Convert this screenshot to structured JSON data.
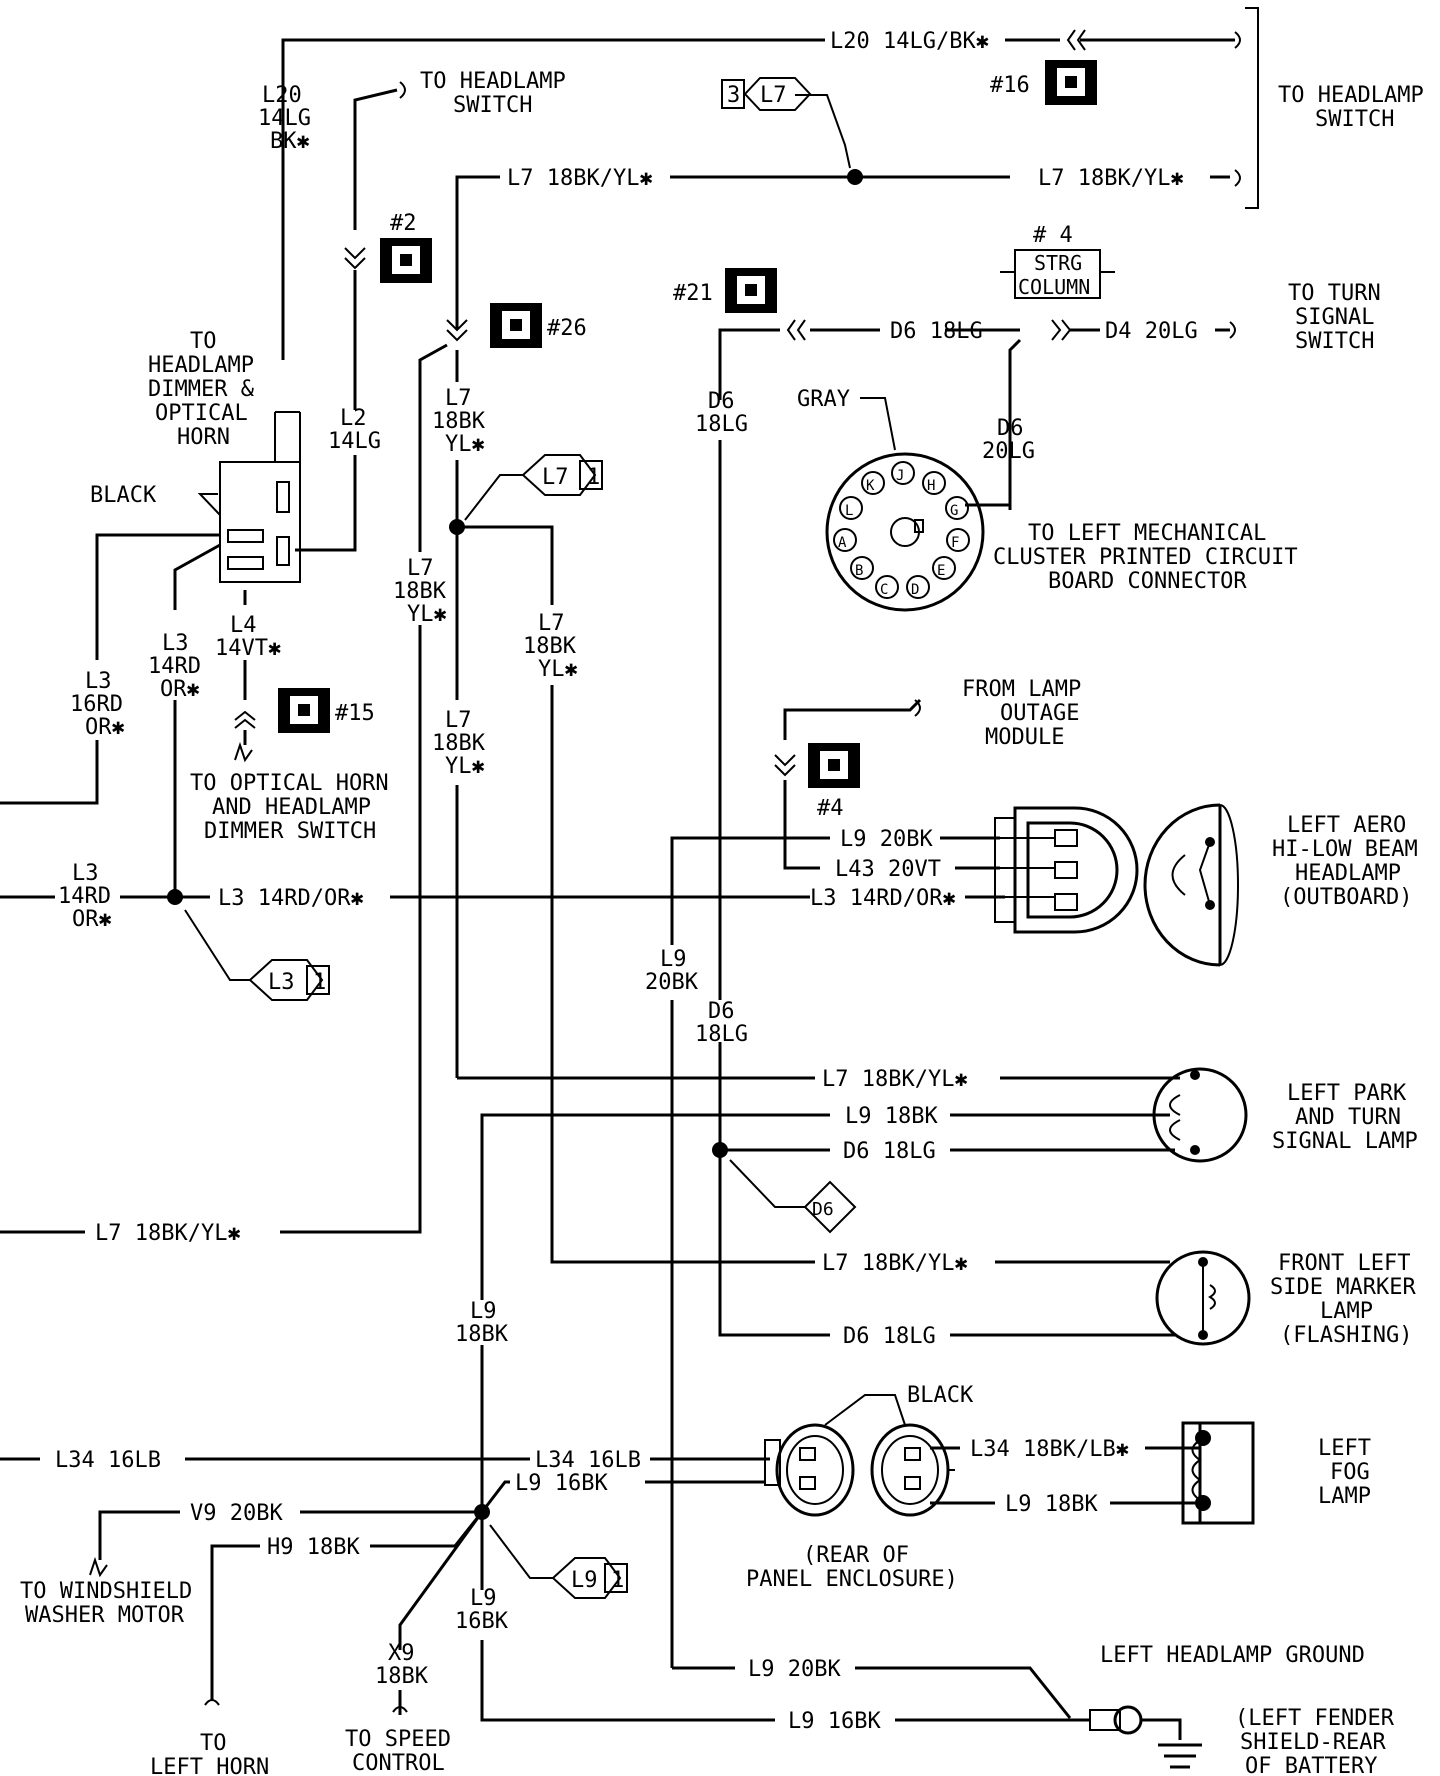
{
  "wires": {
    "top_l20": "L20 14LG/BK✱",
    "l20_v": [
      "L20",
      "14LG",
      "BK✱"
    ],
    "l7_top_left": "L7 18BK/YL✱",
    "l7_top_right": "L7 18BK/YL✱",
    "l2": [
      "L2",
      "14LG"
    ],
    "l7_mid": [
      "L7",
      "18BK",
      "YL✱"
    ],
    "l7_left_v": [
      "L7",
      "18BK",
      "YL✱"
    ],
    "l7_right_v": [
      "L7",
      "18BK",
      "YL✱"
    ],
    "l7_low_v": [
      "L7",
      "18BK",
      "YL✱"
    ],
    "l4": [
      "L4",
      "14VT✱"
    ],
    "l3_mid": [
      "L3",
      "14RD",
      "OR✱"
    ],
    "l3_far": [
      "L3",
      "16RD",
      "OR✱"
    ],
    "l3_left": [
      "L3",
      "14RD",
      "OR✱"
    ],
    "l3_h1": "L3 14RD/OR✱",
    "l3_h2": "L3 14RD/OR✱",
    "d6_v1": [
      "D6",
      "18LG"
    ],
    "d6_h": "D6 18LG",
    "d4": "D4 20LG",
    "d6_20": [
      "D6",
      "20LG"
    ],
    "l9_20_h": "L9 20BK",
    "l43": "L43 20VT",
    "l9_20_v": [
      "L9",
      "20BK"
    ],
    "d6_v2": [
      "D6",
      "18LG"
    ],
    "l7_park": "L7 18BK/YL✱",
    "l9_park": "L9 18BK",
    "d6_park": "D6 18LG",
    "l7_bottom_left": "L7 18BK/YL✱",
    "l7_marker": "L7 18BK/YL✱",
    "d6_marker": "D6 18LG",
    "l9_18_v": [
      "L9",
      "18BK"
    ],
    "l34_left": "L34 16LB",
    "l34_mid": "L34 16LB",
    "l9_16_h": "L9 16BK",
    "v9": "V9 20BK",
    "h9": "H9 18BK",
    "l34_fog": "L34 18BK/LB✱",
    "l9_fog": "L9 18BK",
    "l9_16_v": [
      "L9",
      "16BK"
    ],
    "x9": [
      "X9",
      "18BK"
    ],
    "l9_20_gnd": "L9 20BK",
    "l9_16_gnd": "L9 16BK"
  },
  "connectors": {
    "c16": "#16",
    "c2": "#2",
    "c26": "#26",
    "c21": "#21",
    "c15": "#15",
    "c4": "#4",
    "strg_num": "# 4",
    "strg_lines": [
      "STRG",
      "COLUMN"
    ]
  },
  "refs": {
    "r1_num": "3",
    "r1_tag": "L7",
    "r2_tag": "L7",
    "r2_num": "1",
    "r3_tag": "L3",
    "r3_num": "1",
    "r4_tag": "D6",
    "r5_tag": "L9",
    "r5_num": "1"
  },
  "labels": {
    "to_headlamp_switch_top": [
      "TO HEADLAMP",
      "SWITCH"
    ],
    "to_headlamp_switch_right": [
      "TO HEADLAMP",
      "SWITCH"
    ],
    "to_turn_signal": [
      "TO TURN",
      "SIGNAL",
      "SWITCH"
    ],
    "to_dimmer": [
      "TO",
      "HEADLAMP",
      "DIMMER &",
      "OPTICAL",
      "HORN"
    ],
    "black": "BLACK",
    "gray": "GRAY",
    "cluster": [
      "TO LEFT MECHANICAL",
      "CLUSTER PRINTED CIRCUIT",
      "BOARD CONNECTOR"
    ],
    "optical_horn": [
      "TO OPTICAL HORN",
      "AND HEADLAMP",
      "DIMMER SWITCH"
    ],
    "lamp_outage": [
      "FROM LAMP",
      "OUTAGE",
      "MODULE"
    ],
    "aero_headlamp": [
      "LEFT AERO",
      "HI-LOW BEAM",
      "HEADLAMP",
      "(OUTBOARD)"
    ],
    "park_lamp": [
      "LEFT PARK",
      "AND TURN",
      "SIGNAL LAMP"
    ],
    "marker_lamp": [
      "FRONT LEFT",
      "SIDE MARKER",
      "LAMP",
      "(FLASHING)"
    ],
    "black_fog": "BLACK",
    "fog_lamp": [
      "LEFT",
      "FOG",
      "LAMP"
    ],
    "panel": [
      "(REAR OF",
      "PANEL ENCLOSURE)"
    ],
    "washer": [
      "TO WINDSHIELD",
      "WASHER MOTOR"
    ],
    "horn": [
      "TO",
      "LEFT HORN"
    ],
    "speed": [
      "TO SPEED",
      "CONTROL"
    ],
    "ground_title": "LEFT HEADLAMP GROUND",
    "ground_loc": [
      "(LEFT FENDER",
      "SHIELD-REAR",
      "OF BATTERY"
    ],
    "pins": [
      "A",
      "B",
      "C",
      "D",
      "E",
      "F",
      "G",
      "H",
      "J",
      "K",
      "L"
    ]
  }
}
